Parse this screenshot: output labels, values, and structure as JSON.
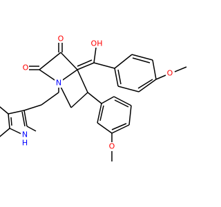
{
  "molecule": {
    "colors": {
      "bond": "#000000",
      "oxygen": "#ff0000",
      "nitrogen": "#0000ff"
    },
    "labels": {
      "ketone_o": "O",
      "lactam_o": "O",
      "hydroxyl": "OH",
      "methoxy_top_o": "O",
      "methoxy_bottom_o": "O",
      "ring_n": "N",
      "indole_nh_n": "N",
      "indole_nh_h": "H"
    }
  }
}
